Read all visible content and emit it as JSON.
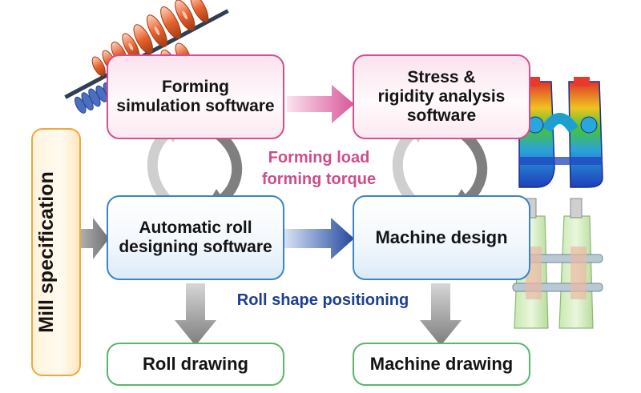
{
  "nodes": {
    "forming_sim": "Forming\nsimulation software",
    "stress": "Stress &\nrigidity analysis\nsoftware",
    "auto_roll": "Automatic roll\ndesigning software",
    "machine_design": "Machine design",
    "roll_drawing": "Roll drawing",
    "machine_drawing": "Machine drawing",
    "mill_spec": "Mill specification"
  },
  "edge_labels": {
    "forming_load": "Forming load",
    "forming_torque": "forming torque",
    "roll_shape": "Roll shape positioning"
  },
  "colors": {
    "pink": "#d44f8f",
    "blue": "#3d85c6",
    "green": "#5bb56b",
    "orange": "#f0a73d",
    "navy_text": "#1c3f8f",
    "pink_text": "#cf4d8a",
    "gray_arrow": "#808080"
  }
}
